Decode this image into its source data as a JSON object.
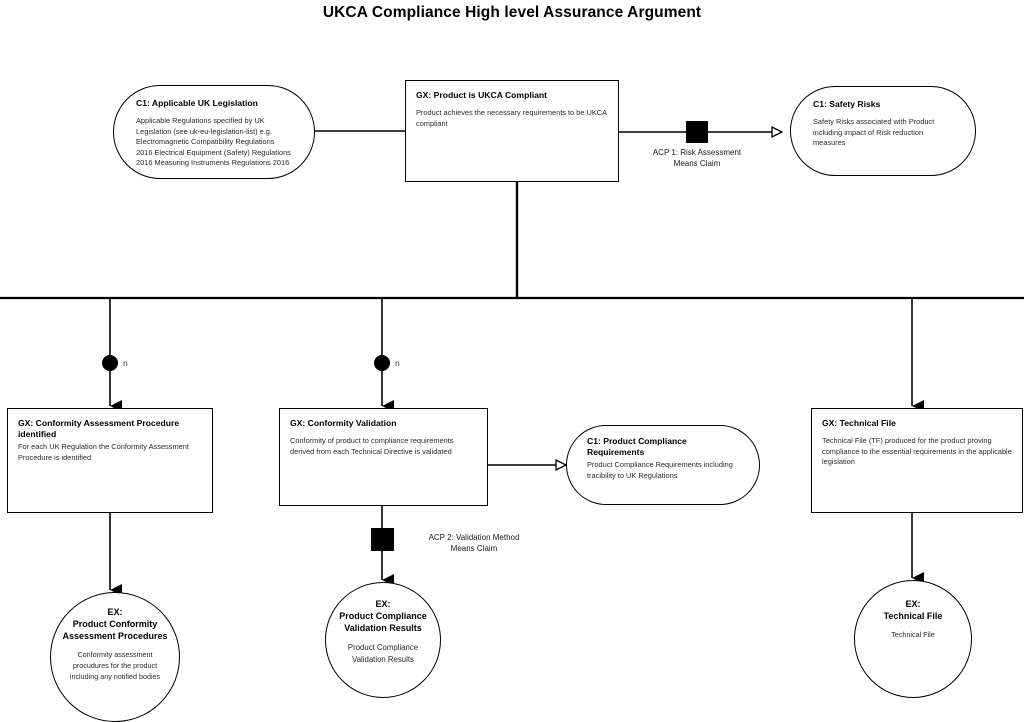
{
  "diagram": {
    "title": "UKCA Compliance High level Assurance Argument",
    "type": "assurance-argument",
    "nodes": {
      "c1_legislation": {
        "shape": "oval",
        "title": "C1: Applicable UK Legislation",
        "body": "Applicable Regulations specified by UK Legislation (see uk-eu-legislation-list) e.g. Electromagnetic Compatibility Regulations 2016 Electrical Equipment (Safety) Regulations 2016 Measuring Instruments Regulations 2016"
      },
      "gx_ukca_compliant": {
        "shape": "box",
        "title": "GX: Product is UKCA Compliant",
        "body": "Product achieves the necessary requirements to be UKCA compliant"
      },
      "c1_safety_risks": {
        "shape": "oval",
        "title": "C1: Safety Risks",
        "body": "Safety Risks associated with Product including impact of Risk reduction measures"
      },
      "gx_conformity_assessment": {
        "shape": "box",
        "title": "GX: Conformity Assessment Procedure identified",
        "body": "For each UK Regulation the Conformity Assessment Procedure is identified"
      },
      "gx_conformity_validation": {
        "shape": "box",
        "title": "GX: Conformity Validation",
        "body": "Conformity of product to compliance requirements derived from each Technical Directive is validated"
      },
      "c1_product_compliance": {
        "shape": "oval",
        "title": "C1: Product Compliance Requirements",
        "body": "Product Compliance Requirements including tracibility to UK Regulations"
      },
      "gx_technical_file": {
        "shape": "box",
        "title": "GX: Technical File",
        "body": "Technical File (TF) produced for the product proving compliance to the essential requirements in the applicable legislation"
      },
      "ex_conformity_procedures": {
        "shape": "circle",
        "title": "EX:\nProduct Conformity\nAssessment Procedures",
        "body": "Conformity assessment procudures for the product including any notified bodies"
      },
      "ex_validation_results": {
        "shape": "circle",
        "title": "EX:\nProduct Compliance\nValidation Results",
        "body": "Product Compliance\nValidation Results"
      },
      "ex_technical_file": {
        "shape": "circle",
        "title": "EX:\nTechnical File",
        "body": "Technical File"
      }
    },
    "edge_labels": {
      "acp1": "ACP 1: Risk Assessment\nMeans Claim",
      "acp2": "ACP 2: Validation Method\nMeans Claim"
    },
    "multiplicities": {
      "left_branch": "n",
      "middle_branch": "n"
    },
    "colors": {
      "stroke": "#000000",
      "background": "#ffffff",
      "body_text": "#2b2b2b",
      "marker_fill": "#000000"
    }
  }
}
